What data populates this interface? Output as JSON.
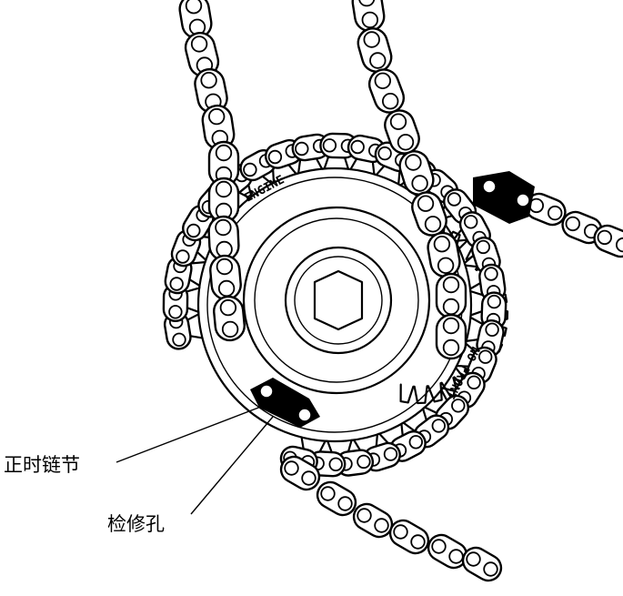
{
  "labels": {
    "timing_link": "正时链节",
    "inspection_hole": "检修孔"
  },
  "sprocket_marks": {
    "top_mark": "ENGINE",
    "right_mark": "NO FRONT"
  },
  "colors": {
    "line": "#000000",
    "background": "#ffffff",
    "marked_link": "#000000"
  }
}
